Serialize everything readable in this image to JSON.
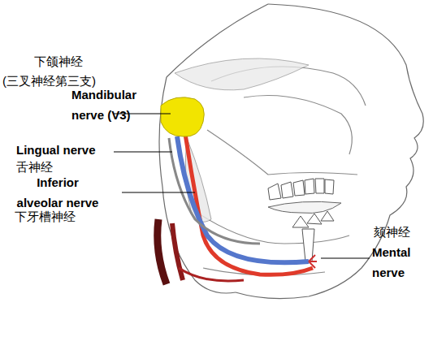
{
  "diagram": {
    "labels": [
      "下颌神经",
      "(三叉神经第三支)",
      "Mandibular nerve (V3)",
      "Lingual nerve",
      "舌神经",
      "Inferior alveolar nerve",
      "下牙槽神经",
      "颏神经",
      "Mental nerve"
    ]
  }
}
